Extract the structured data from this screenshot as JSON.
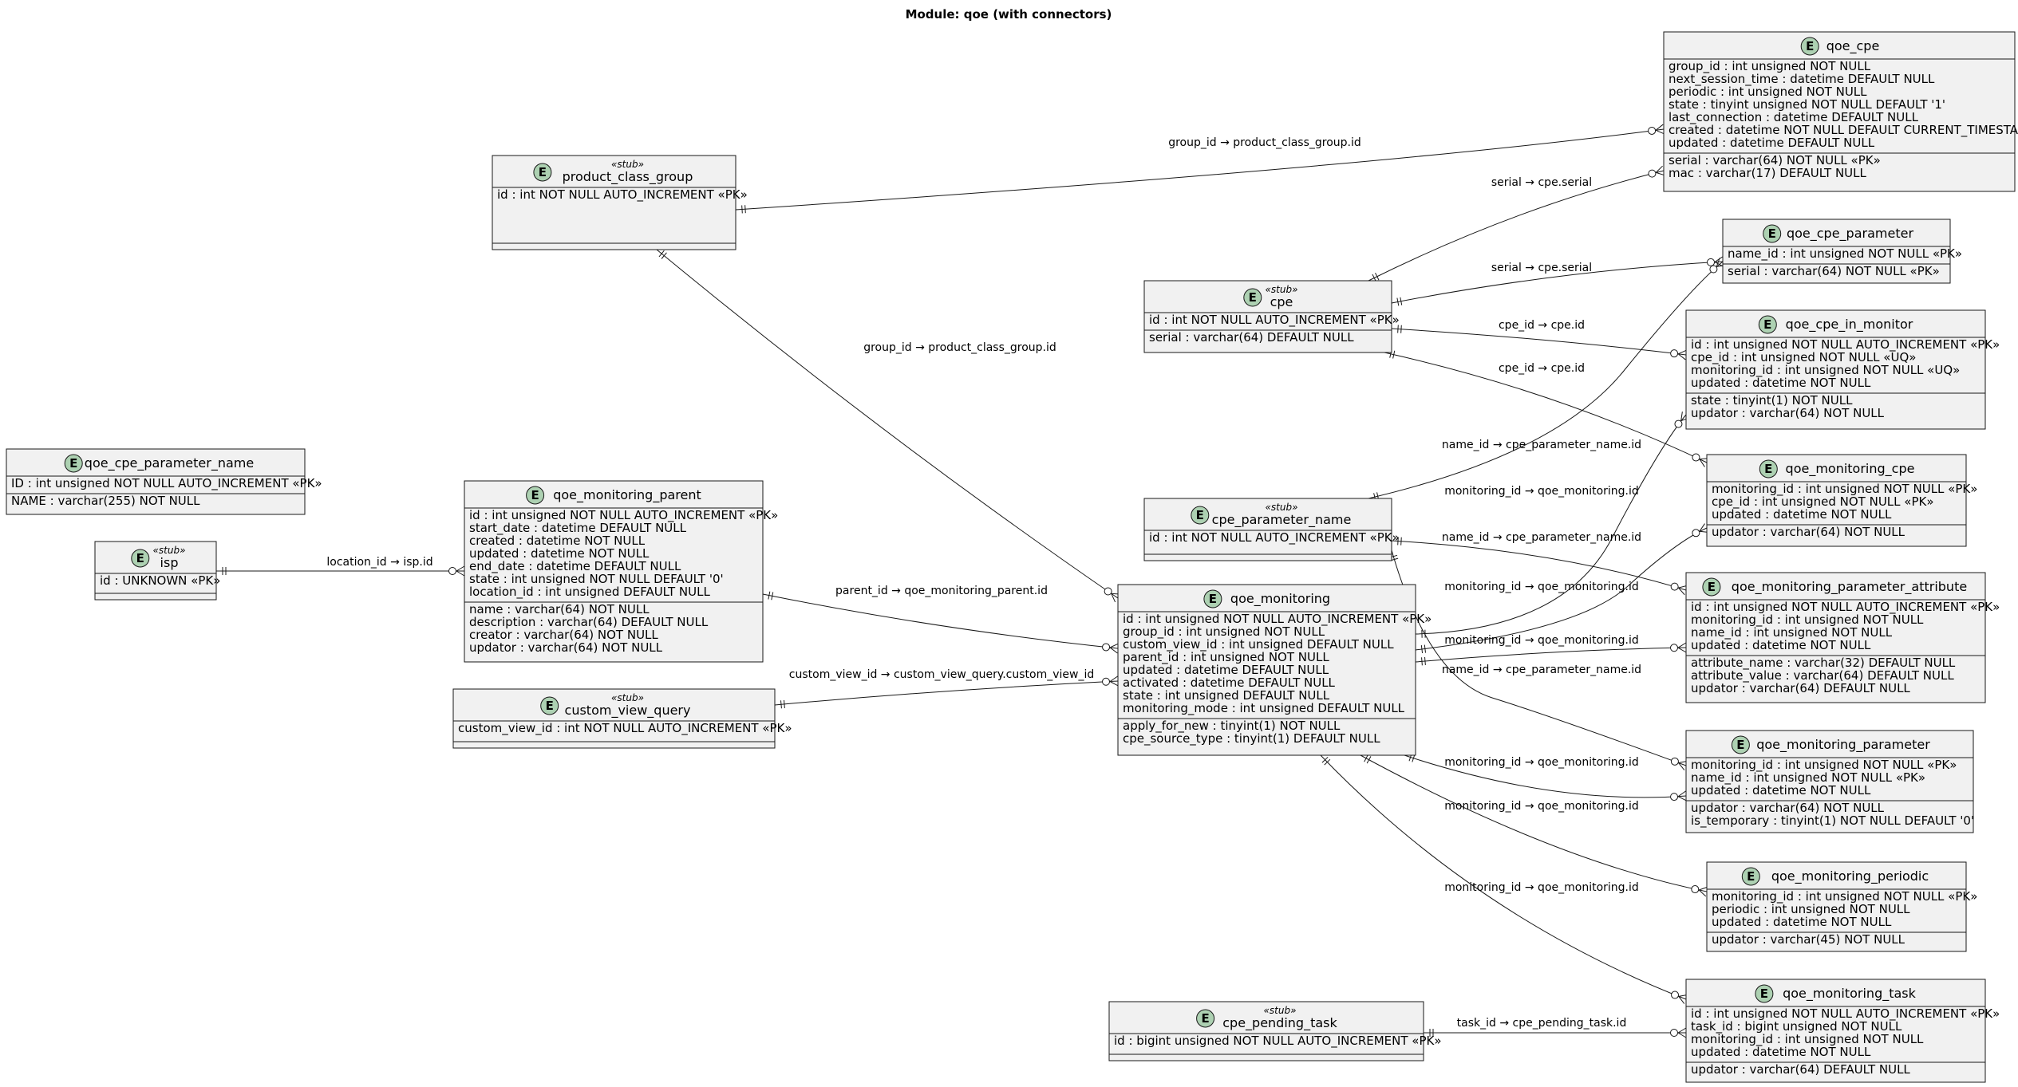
{
  "title": "Module: qoe (with connectors)",
  "entities": [
    {
      "id": "qoe_cpe",
      "name": "qoe_cpe",
      "stereotype": "",
      "sections": [
        [
          "group_id : int unsigned NOT NULL",
          "next_session_time : datetime DEFAULT NULL",
          "periodic : int unsigned NOT NULL",
          "state : tinyint unsigned NOT NULL DEFAULT '1'",
          "last_connection : datetime DEFAULT NULL",
          "created : datetime NOT NULL DEFAULT CURRENT_TIMESTAMP",
          "updated : datetime DEFAULT NULL"
        ],
        [
          "serial : varchar(64) NOT NULL «PK»",
          "mac : varchar(17) DEFAULT NULL"
        ]
      ]
    },
    {
      "id": "product_class_group",
      "name": "product_class_group",
      "stereotype": "«stub»",
      "sections": [
        [
          "id : int NOT NULL AUTO_INCREMENT «PK»"
        ]
      ]
    },
    {
      "id": "qoe_cpe_parameter",
      "name": "qoe_cpe_parameter",
      "stereotype": "",
      "sections": [
        [
          "name_id : int unsigned NOT NULL «PK»"
        ],
        [
          "serial : varchar(64) NOT NULL «PK»"
        ]
      ]
    },
    {
      "id": "cpe",
      "name": "cpe",
      "stereotype": "«stub»",
      "sections": [
        [
          "id : int NOT NULL AUTO_INCREMENT «PK»"
        ],
        [
          "serial : varchar(64) DEFAULT NULL"
        ]
      ]
    },
    {
      "id": "qoe_cpe_in_monitor",
      "name": "qoe_cpe_in_monitor",
      "stereotype": "",
      "sections": [
        [
          "id : int unsigned NOT NULL AUTO_INCREMENT «PK»",
          "cpe_id : int unsigned NOT NULL «UQ»",
          "monitoring_id : int unsigned NOT NULL «UQ»",
          "updated : datetime NOT NULL"
        ],
        [
          "state : tinyint(1) NOT NULL",
          "updator : varchar(64) NOT NULL"
        ]
      ]
    },
    {
      "id": "qoe_cpe_parameter_name",
      "name": "qoe_cpe_parameter_name",
      "stereotype": "",
      "sections": [
        [
          "ID : int unsigned NOT NULL AUTO_INCREMENT «PK»"
        ],
        [
          "NAME : varchar(255) NOT NULL"
        ]
      ]
    },
    {
      "id": "qoe_monitoring_cpe",
      "name": "qoe_monitoring_cpe",
      "stereotype": "",
      "sections": [
        [
          "monitoring_id : int unsigned NOT NULL «PK»",
          "cpe_id : int unsigned NOT NULL «PK»",
          "updated : datetime NOT NULL"
        ],
        [
          "updator : varchar(64) NOT NULL"
        ]
      ]
    },
    {
      "id": "qoe_monitoring_parent",
      "name": "qoe_monitoring_parent",
      "stereotype": "",
      "sections": [
        [
          "id : int unsigned NOT NULL AUTO_INCREMENT «PK»",
          "start_date : datetime DEFAULT NULL",
          "created : datetime NOT NULL",
          "updated : datetime NOT NULL",
          "end_date : datetime DEFAULT NULL",
          "state : int unsigned NOT NULL DEFAULT '0'",
          "location_id : int unsigned DEFAULT NULL"
        ],
        [
          "name : varchar(64) NOT NULL",
          "description : varchar(64) DEFAULT NULL",
          "creator : varchar(64) NOT NULL",
          "updator : varchar(64) NOT NULL"
        ]
      ]
    },
    {
      "id": "cpe_parameter_name",
      "name": "cpe_parameter_name",
      "stereotype": "«stub»",
      "sections": [
        [
          "id : int NOT NULL AUTO_INCREMENT «PK»"
        ]
      ]
    },
    {
      "id": "isp",
      "name": "isp",
      "stereotype": "«stub»",
      "sections": [
        [
          "id : UNKNOWN «PK»"
        ]
      ]
    },
    {
      "id": "qoe_monitoring",
      "name": "qoe_monitoring",
      "stereotype": "",
      "sections": [
        [
          "id : int unsigned NOT NULL AUTO_INCREMENT «PK»",
          "group_id : int unsigned NOT NULL",
          "custom_view_id : int unsigned DEFAULT NULL",
          "parent_id : int unsigned NOT NULL",
          "updated : datetime DEFAULT NULL",
          "activated : datetime DEFAULT NULL",
          "state : int unsigned DEFAULT NULL",
          "monitoring_mode : int unsigned DEFAULT NULL"
        ],
        [
          "apply_for_new : tinyint(1) NOT NULL",
          "cpe_source_type : tinyint(1) DEFAULT NULL"
        ]
      ]
    },
    {
      "id": "qoe_monitoring_parameter_attribute",
      "name": "qoe_monitoring_parameter_attribute",
      "stereotype": "",
      "sections": [
        [
          "id : int unsigned NOT NULL AUTO_INCREMENT «PK»",
          "monitoring_id : int unsigned NOT NULL",
          "name_id : int unsigned NOT NULL",
          "updated : datetime NOT NULL"
        ],
        [
          "attribute_name : varchar(32) DEFAULT NULL",
          "attribute_value : varchar(64) DEFAULT NULL",
          "updator : varchar(64) DEFAULT NULL"
        ]
      ]
    },
    {
      "id": "custom_view_query",
      "name": "custom_view_query",
      "stereotype": "«stub»",
      "sections": [
        [
          "custom_view_id : int NOT NULL AUTO_INCREMENT «PK»"
        ]
      ]
    },
    {
      "id": "qoe_monitoring_parameter",
      "name": "qoe_monitoring_parameter",
      "stereotype": "",
      "sections": [
        [
          "monitoring_id : int unsigned NOT NULL «PK»",
          "name_id : int unsigned NOT NULL «PK»",
          "updated : datetime NOT NULL"
        ],
        [
          "updator : varchar(64) NOT NULL",
          "is_temporary : tinyint(1) NOT NULL DEFAULT '0'"
        ]
      ]
    },
    {
      "id": "qoe_monitoring_periodic",
      "name": "qoe_monitoring_periodic",
      "stereotype": "",
      "sections": [
        [
          "monitoring_id : int unsigned NOT NULL «PK»",
          "periodic : int unsigned NOT NULL",
          "updated : datetime NOT NULL"
        ],
        [
          "updator : varchar(45) NOT NULL"
        ]
      ]
    },
    {
      "id": "cpe_pending_task",
      "name": "cpe_pending_task",
      "stereotype": "«stub»",
      "sections": [
        [
          "id : bigint unsigned NOT NULL AUTO_INCREMENT «PK»"
        ]
      ]
    },
    {
      "id": "qoe_monitoring_task",
      "name": "qoe_monitoring_task",
      "stereotype": "",
      "sections": [
        [
          "id : int unsigned NOT NULL AUTO_INCREMENT «PK»",
          "task_id : bigint unsigned NOT NULL",
          "monitoring_id : int unsigned NOT NULL",
          "updated : datetime NOT NULL"
        ],
        [
          "updator : varchar(64) DEFAULT NULL"
        ]
      ]
    }
  ],
  "relations": [
    {
      "id": "r1",
      "label": "group_id → product_class_group.id",
      "from": "product_class_group",
      "to": "qoe_cpe"
    },
    {
      "id": "r2",
      "label": "serial → cpe.serial",
      "from": "cpe",
      "to": "qoe_cpe"
    },
    {
      "id": "r3",
      "label": "serial → cpe.serial",
      "from": "cpe",
      "to": "qoe_cpe_parameter"
    },
    {
      "id": "r4",
      "label": "name_id → cpe_parameter_name.id",
      "from": "cpe_parameter_name",
      "to": "qoe_cpe_parameter"
    },
    {
      "id": "r5",
      "label": "cpe_id → cpe.id",
      "from": "cpe",
      "to": "qoe_cpe_in_monitor"
    },
    {
      "id": "r6",
      "label": "monitoring_id → qoe_monitoring.id",
      "from": "qoe_monitoring",
      "to": "qoe_cpe_in_monitor"
    },
    {
      "id": "r7",
      "label": "cpe_id → cpe.id",
      "from": "cpe",
      "to": "qoe_monitoring_cpe"
    },
    {
      "id": "r8",
      "label": "monitoring_id → qoe_monitoring.id",
      "from": "qoe_monitoring",
      "to": "qoe_monitoring_cpe"
    },
    {
      "id": "r9",
      "label": "group_id → product_class_group.id",
      "from": "product_class_group",
      "to": "qoe_monitoring"
    },
    {
      "id": "r10",
      "label": "location_id → isp.id",
      "from": "isp",
      "to": "qoe_monitoring_parent"
    },
    {
      "id": "r11",
      "label": "parent_id → qoe_monitoring_parent.id",
      "from": "qoe_monitoring_parent",
      "to": "qoe_monitoring"
    },
    {
      "id": "r12",
      "label": "custom_view_id → custom_view_query.custom_view_id",
      "from": "custom_view_query",
      "to": "qoe_monitoring"
    },
    {
      "id": "r13",
      "label": "name_id → cpe_parameter_name.id",
      "from": "cpe_parameter_name",
      "to": "qoe_monitoring_parameter_attribute"
    },
    {
      "id": "r14",
      "label": "monitoring_id → qoe_monitoring.id",
      "from": "qoe_monitoring",
      "to": "qoe_monitoring_parameter_attribute"
    },
    {
      "id": "r15",
      "label": "name_id → cpe_parameter_name.id",
      "from": "cpe_parameter_name",
      "to": "qoe_monitoring_parameter"
    },
    {
      "id": "r16",
      "label": "monitoring_id → qoe_monitoring.id",
      "from": "qoe_monitoring",
      "to": "qoe_monitoring_parameter"
    },
    {
      "id": "r17",
      "label": "monitoring_id → qoe_monitoring.id",
      "from": "qoe_monitoring",
      "to": "qoe_monitoring_periodic"
    },
    {
      "id": "r18",
      "label": "monitoring_id → qoe_monitoring.id",
      "from": "qoe_monitoring",
      "to": "qoe_monitoring_task"
    },
    {
      "id": "r19",
      "label": "task_id → cpe_pending_task.id",
      "from": "cpe_pending_task",
      "to": "qoe_monitoring_task"
    }
  ]
}
